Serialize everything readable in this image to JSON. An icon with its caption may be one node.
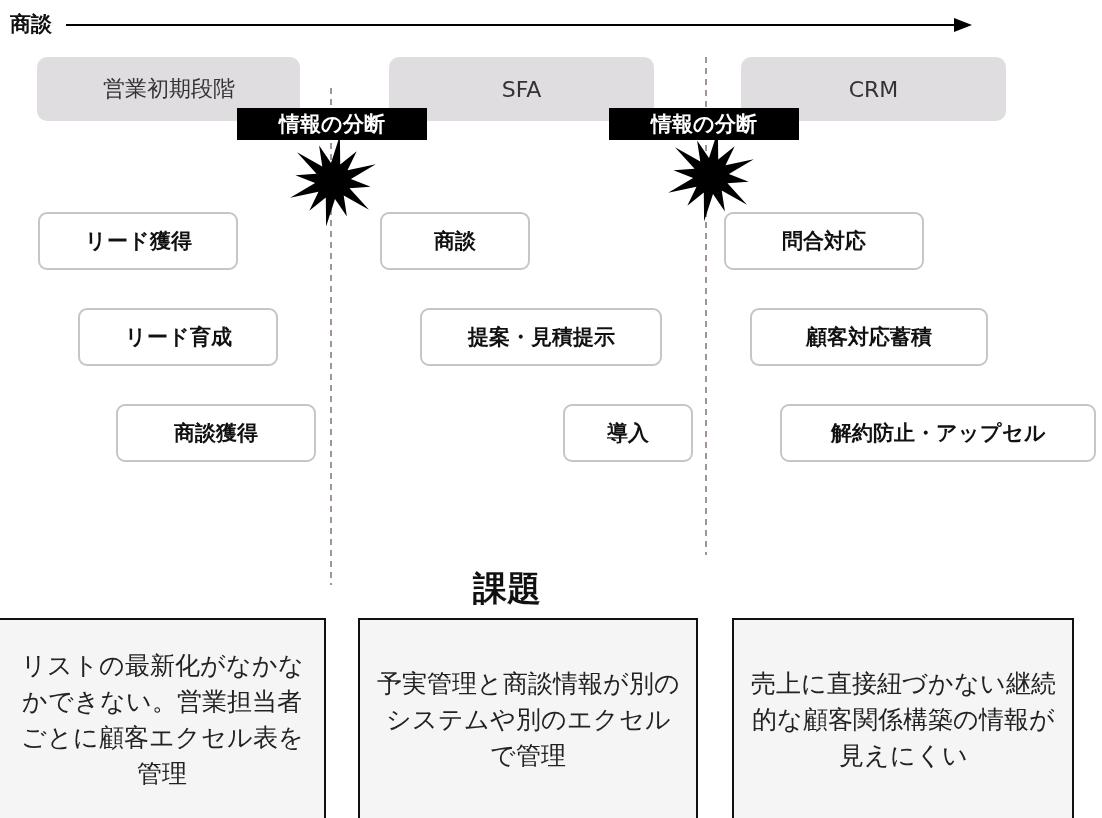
{
  "diagram": {
    "nodes": [
      {
        "text": [
          "営業初期段階"
        ]
      },
      {
        "text": [
          "SFA"
        ]
      },
      {
        "text": [
          "CRM"
        ]
      },
      {
        "text": [
          "情報の分断"
        ]
      },
      {
        "text": [
          "情報の分断"
        ]
      },
      {
        "text": [
          "リード獲得"
        ]
      },
      {
        "text": [
          "リード育成"
        ]
      },
      {
        "text": [
          "商談獲得"
        ]
      },
      {
        "text": [
          "商談"
        ]
      },
      {
        "text": [
          "提案・見積提示"
        ]
      },
      {
        "text": [
          "導入"
        ]
      },
      {
        "text": [
          "問合対応"
        ]
      },
      {
        "text": [
          "顧客対応蓄積"
        ]
      },
      {
        "text": [
          "解約防止・アップセル"
        ]
      },
      {
        "text": [
          "リストの最新化がなかなかできない。営業担当者ごとに顧客エクセル表を管理"
        ]
      },
      {
        "text": [
          "予実管理と商談情報が別のシステムや別のエクセルで管理"
        ]
      },
      {
        "text": [
          "売上に直接紐づかない継続的な顧客関係構築の情報が見えにくい"
        ]
      }
    ],
    "edges": [],
    "labels": [
      "商談",
      "課題"
    ]
  }
}
